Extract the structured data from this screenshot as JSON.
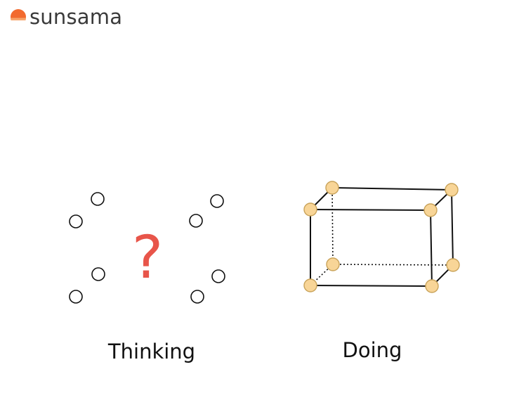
{
  "brand": {
    "name": "sunsama",
    "accent_color": "#f26a2e",
    "logo_icon": "sunrise-logo-icon"
  },
  "panels": {
    "thinking": {
      "label": "Thinking",
      "symbol": "?",
      "symbol_color": "#e8554a"
    },
    "doing": {
      "label": "Doing",
      "node_fill": "#f8d597",
      "node_stroke": "#c9a35a"
    }
  }
}
